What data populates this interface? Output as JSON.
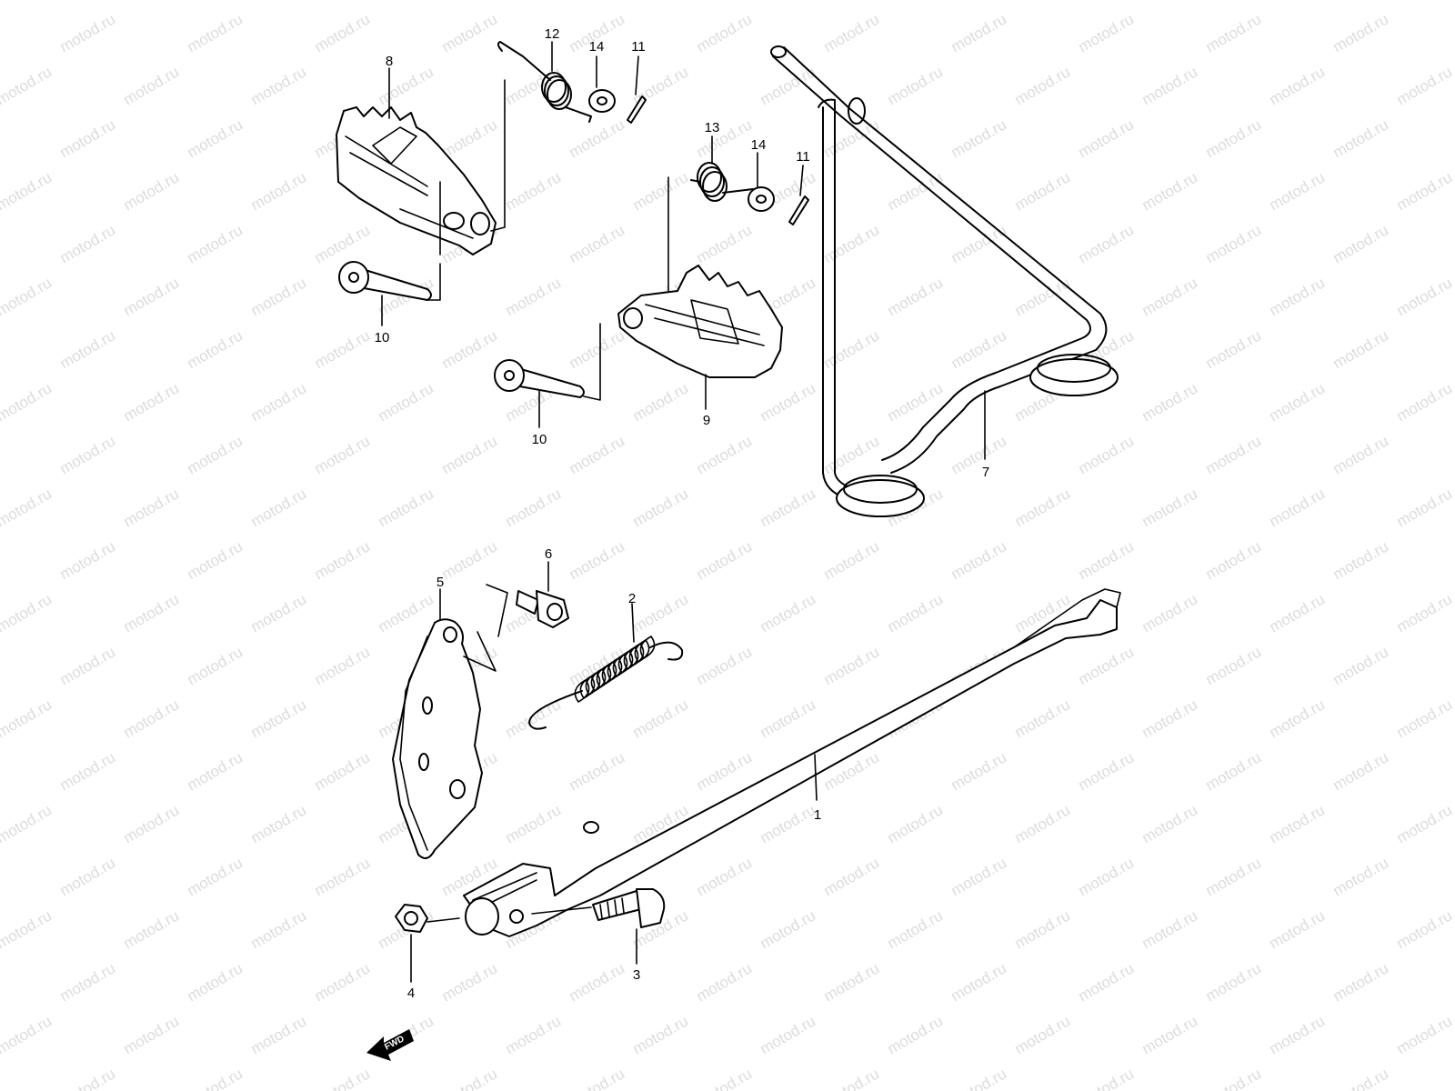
{
  "watermark": "motod.ru",
  "colors": {
    "line": "#000000",
    "watermark": "#dcdcdc",
    "background": "#ffffff"
  },
  "callouts": [
    "1",
    "2",
    "3",
    "4",
    "5",
    "6",
    "7",
    "8",
    "9",
    "10",
    "10",
    "11",
    "11",
    "12",
    "13",
    "14",
    "14"
  ],
  "fwd_label": "FWD"
}
